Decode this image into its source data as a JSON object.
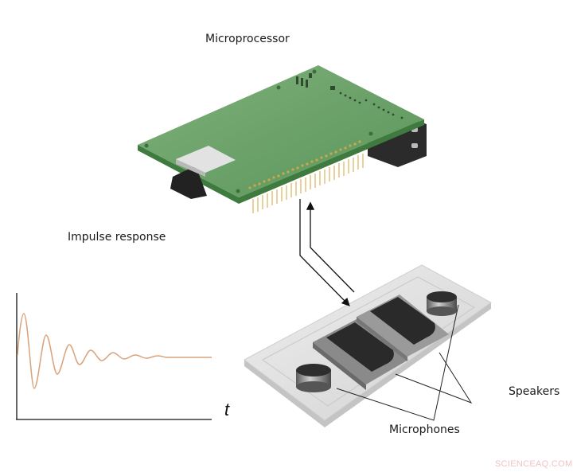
{
  "labels": {
    "microprocessor": "Microprocessor",
    "impulse_response": "Impulse response",
    "speakers": "Speakers",
    "microphones": "Microphones",
    "time_axis": "t"
  },
  "watermark": "SCIENCEAQ.COM",
  "colors": {
    "board_green": "#5f9a5c",
    "waveform": "#d9a27a",
    "axis": "#111111",
    "arrow": "#111111",
    "device_plate": "#dcdcdc",
    "speaker_cone": "#2a2a2a"
  },
  "icons": {
    "board": "microprocessor-board-illustration",
    "device": "speaker-microphone-device-illustration",
    "arrows": "bidirectional-signal-arrows"
  },
  "chart_data": {
    "type": "line",
    "title": "Impulse response",
    "xlabel": "t",
    "ylabel": "",
    "description": "Damped oscillation decaying to a steady baseline",
    "x": [
      0,
      8,
      21,
      36,
      50,
      65,
      78,
      92,
      106,
      120,
      134,
      148,
      162,
      176,
      190,
      244
    ],
    "y": [
      0,
      55,
      -42,
      28,
      -21,
      16,
      -9,
      9,
      -4,
      5,
      -3,
      3,
      -2,
      2,
      0,
      0
    ],
    "grid": false,
    "legend": null
  }
}
